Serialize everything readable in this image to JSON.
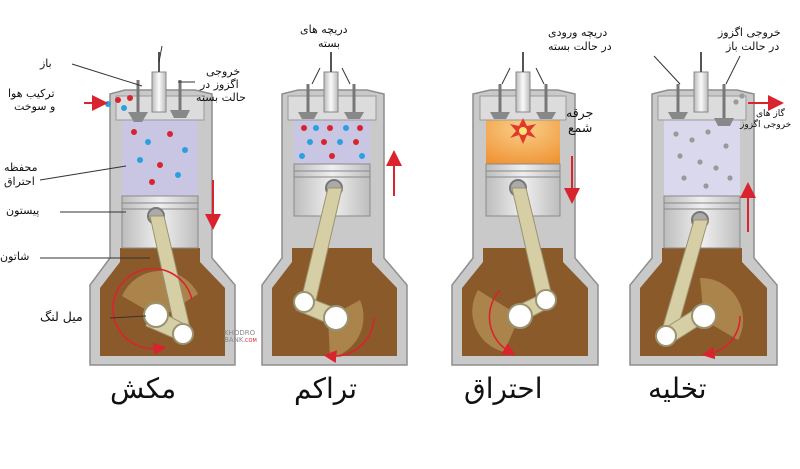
{
  "stages": [
    {
      "id": "intake",
      "title": "مکش"
    },
    {
      "id": "compression",
      "title": "تراکم"
    },
    {
      "id": "power",
      "title": "احتراق"
    },
    {
      "id": "exhaust",
      "title": "تخلیه"
    }
  ],
  "labels": {
    "open": "باز",
    "air_fuel_line1": "ترکیب هوا",
    "air_fuel_line2": "و سوخت",
    "exhaust_closed_line1": "خروجی",
    "exhaust_closed_line2": "اگزوز در",
    "exhaust_closed_line3": "حالت بسته",
    "chamber_line1": "محفظه",
    "chamber_line2": "احتراق",
    "piston": "پیستون",
    "conrod": "شاتون",
    "crankshaft": "میل لنگ",
    "valves_closed_line1": "دریچه های",
    "valves_closed_line2": "بسته",
    "spark_line1": "جرقه",
    "spark_line2": "شمع",
    "inlet_closed_line1": "دریچه ورودی",
    "inlet_closed_line2": "در حالت بسته",
    "exhaust_open_line1": "خروجی اگزوز",
    "exhaust_open_line2": "در حالت باز",
    "exhaust_gas_line1": "گاز های",
    "exhaust_gas_line2": "خروجی اگزوز"
  },
  "watermark": {
    "line1": "KHODRO",
    "line2": "BANK",
    "suffix": ".COM"
  },
  "colors": {
    "crankcase": "#8a5a2b",
    "casing": "#c9c9c9",
    "chamber_cold": "#c9c6e3",
    "chamber_hot": "#f29a3a",
    "piston": "#d8d8d8",
    "rod": "#d6cfa6",
    "arrow": "#d9232e"
  }
}
